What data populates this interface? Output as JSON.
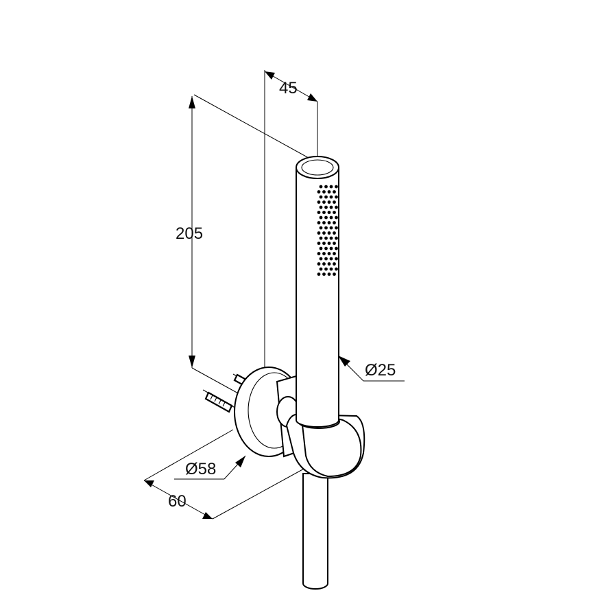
{
  "dimensions": {
    "width": "45",
    "height": "205",
    "handshower_diameter": "Ø25",
    "rosette_diameter": "Ø58",
    "depth": "60"
  }
}
